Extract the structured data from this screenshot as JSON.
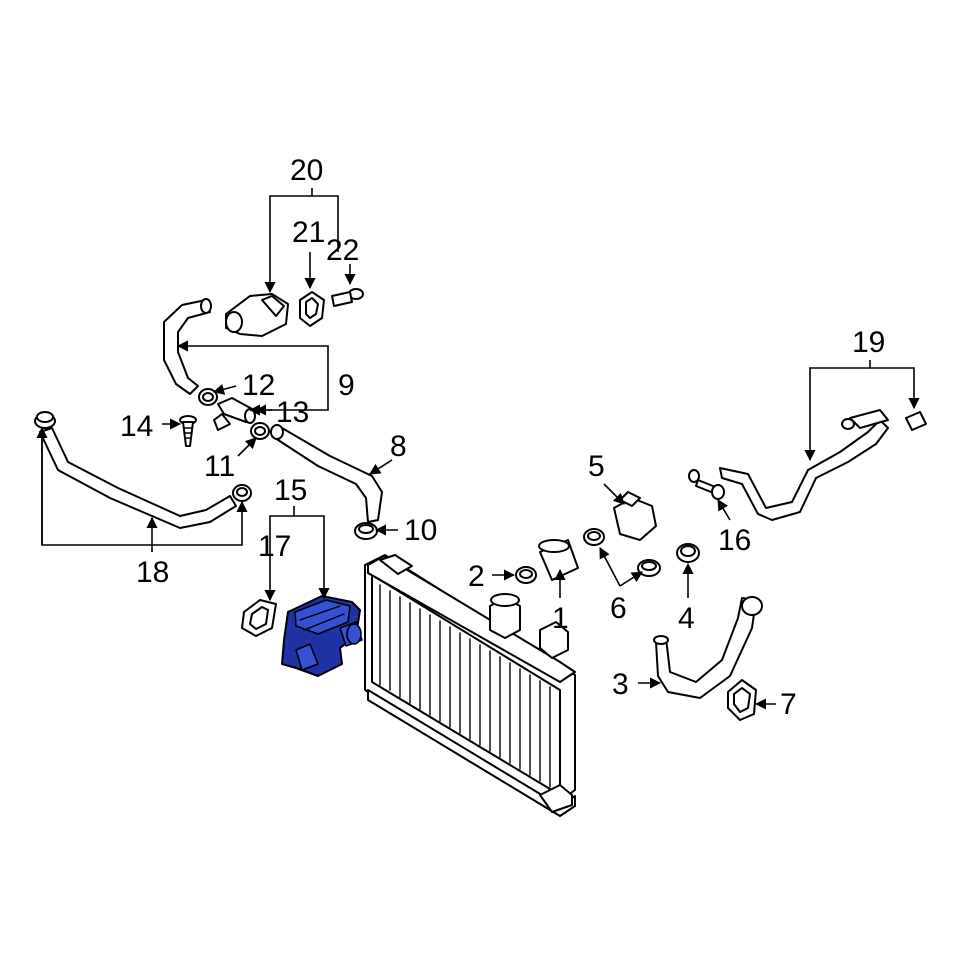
{
  "callouts": {
    "c1": "1",
    "c2": "2",
    "c3": "3",
    "c4": "4",
    "c5": "5",
    "c6": "6",
    "c7": "7",
    "c8": "8",
    "c9": "9",
    "c10": "10",
    "c11": "11",
    "c12": "12",
    "c13": "13",
    "c14": "14",
    "c15": "15",
    "c16": "16",
    "c17": "17",
    "c18": "18",
    "c19": "19",
    "c20": "20",
    "c21": "21",
    "c22": "22"
  },
  "highlight": {
    "part": "15",
    "color": "#1f33a6"
  }
}
